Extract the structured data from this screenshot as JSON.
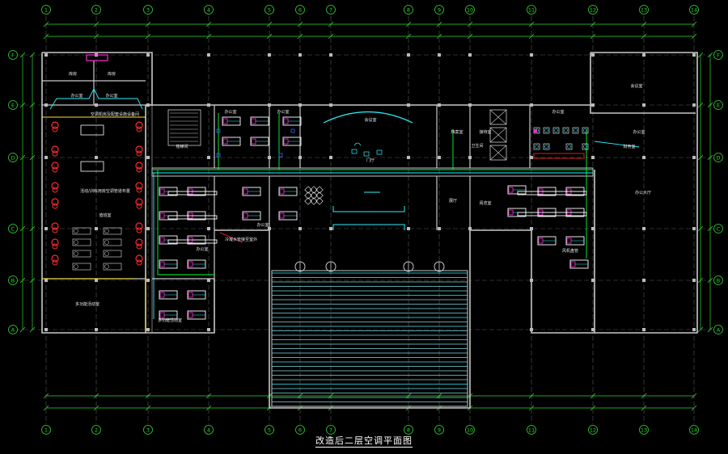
{
  "drawing": {
    "title": "改造后二层空调平面图",
    "colors": {
      "background": "#000000",
      "grid_axis": "#33d433",
      "wall": "#c8c8c8",
      "duct": "#ffffff",
      "pipe": "#00ff3c",
      "cyan": "#29f2ff",
      "magenta": "#ff2bd6",
      "red": "#ff2a2a",
      "yellow": "#ffe13a",
      "blue": "#3a64ff"
    },
    "column_axes": [
      "1",
      "2",
      "3",
      "4",
      "5",
      "6",
      "7",
      "8",
      "9",
      "10",
      "11",
      "12",
      "13",
      "14"
    ],
    "row_axes": [
      "F",
      "E",
      "D",
      "C",
      "B",
      "A"
    ],
    "room_labels": {
      "store_a": "库房",
      "store_b": "库房",
      "office_small_a": "办公室",
      "office_small_b": "办公室",
      "equipment_note": "空调机房及配套设施设备间",
      "stair_room": "楼梯间",
      "big_hall_note": "活动/训练用房空调管道布置",
      "duty_room": "值班室",
      "meeting_room": "会议室",
      "lobby": "门厅",
      "exhibit": "展厅",
      "office_left": "办公室",
      "reading": "阅览室",
      "office_r1": "办公室",
      "office_r2": "办公室",
      "toilet_note": "卫生间",
      "right_top": "会议室",
      "right_mid": "办公室",
      "right_big": "办公大厅",
      "archive": "档案室",
      "multi": "多功能活动室",
      "left_bottom": "多功能活动室",
      "pipe_note": "冷凝水管接至室外",
      "fan_note": "风机盘管",
      "mid_office": "办公室",
      "reception": "接待室",
      "right_dept": "办公室",
      "right_label": "财务室"
    }
  }
}
